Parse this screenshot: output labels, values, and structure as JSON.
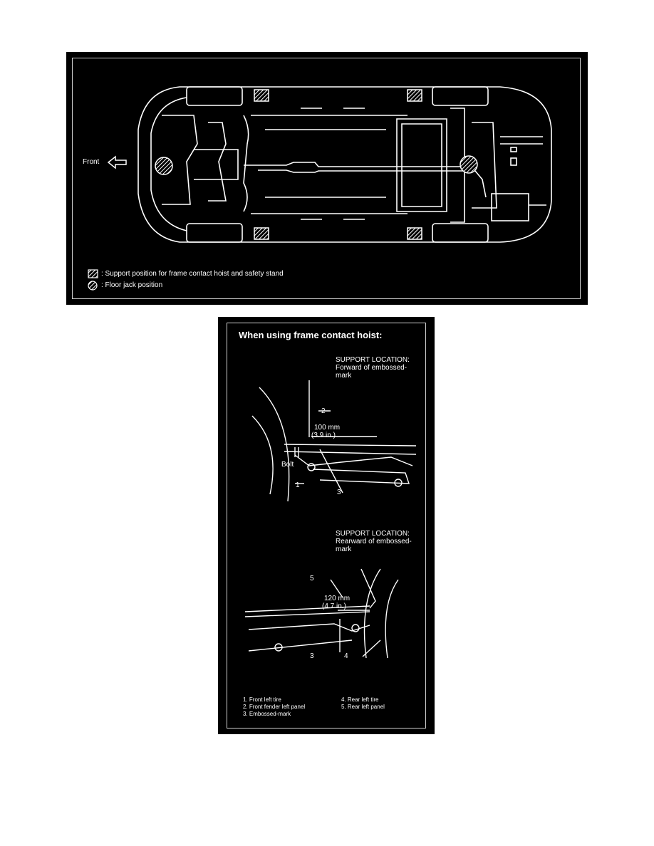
{
  "underbody": {
    "front_label": "Front",
    "legend": [
      {
        "symbol": "hatched-square",
        "text": ": Support position for frame contact hoist and safety stand"
      },
      {
        "symbol": "hatched-circle",
        "text": ": Floor jack position"
      }
    ]
  },
  "hoist": {
    "title": "When using frame contact hoist:",
    "front_section": {
      "support_label": [
        "SUPPORT LOCATION:",
        "Forward of embossed-",
        "mark"
      ],
      "distance": [
        "100 mm",
        "(3.9 in.)"
      ],
      "bolt": "Bolt",
      "callouts": [
        "1",
        "2",
        "3"
      ]
    },
    "rear_section": {
      "support_label": [
        "SUPPORT LOCATION:",
        "Rearward of embossed-",
        "mark"
      ],
      "distance": [
        "120 mm",
        "(4.7 in.)"
      ],
      "callouts": [
        "3",
        "4",
        "5"
      ]
    },
    "key": [
      "1.  Front left tire",
      "2.  Front fender left panel",
      "3.  Embossed-mark",
      "4.  Rear left tire",
      "5.  Rear left panel"
    ]
  }
}
